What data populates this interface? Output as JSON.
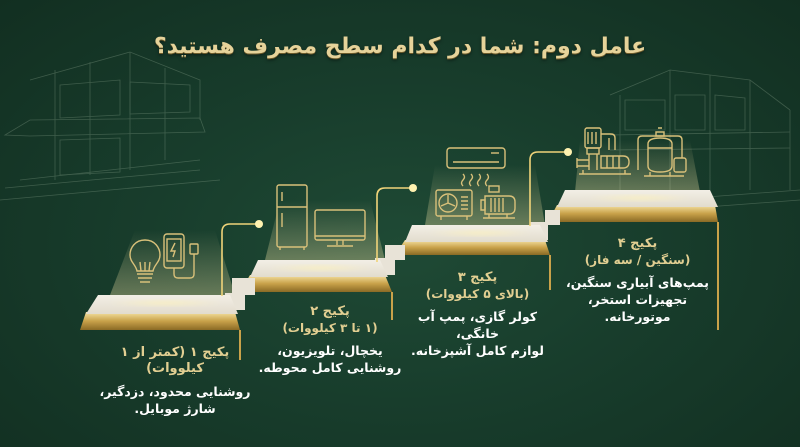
{
  "title": "عامل دوم: شما در کدام سطح مصرف هستید؟",
  "colors": {
    "background": "#183d2c",
    "gold": "#d9b85a",
    "gold_light": "#f2dc9a",
    "step_top": "#ece7dc",
    "text_gold": "#e2cf92",
    "text_white": "#ffffff"
  },
  "packages": [
    {
      "name": "پکیج ۱",
      "range": "(کمتر از ۱ کیلووات)",
      "name_range_inline": "پکیج ۱ (کمتر از ۱ کیلووات)",
      "desc_line1": "روشنایی محدود، دزدگیر،",
      "desc_line2": "شارژ موبایل.",
      "icons": [
        "light-bulb-icon",
        "phone-charging-icon"
      ]
    },
    {
      "name": "پکیج ۲",
      "range": "(۱ تا ۳ کیلووات)",
      "desc_line1": "یخچال، تلویزیون،",
      "desc_line2": "روشنایی کامل محوطه.",
      "icons": [
        "refrigerator-icon",
        "television-icon"
      ]
    },
    {
      "name": "پکیج ۳",
      "range": "(بالای ۵ کیلووات)",
      "desc_line1": "کولر گازی، پمپ آب خانگی،",
      "desc_line2": "لوازم کامل آشپزخانه.",
      "icons": [
        "air-conditioner-icon",
        "ac-outdoor-unit-icon",
        "water-pump-icon"
      ]
    },
    {
      "name": "پکیج ۴",
      "range": "(سنگین / سه فاز)",
      "desc_line1": "پمپ‌های آبیاری سنگین،",
      "desc_line2": "تجهیزات استخر،",
      "desc_line3": "موتورخانه.",
      "icons": [
        "irrigation-pump-icon",
        "pool-filter-icon"
      ]
    }
  ]
}
